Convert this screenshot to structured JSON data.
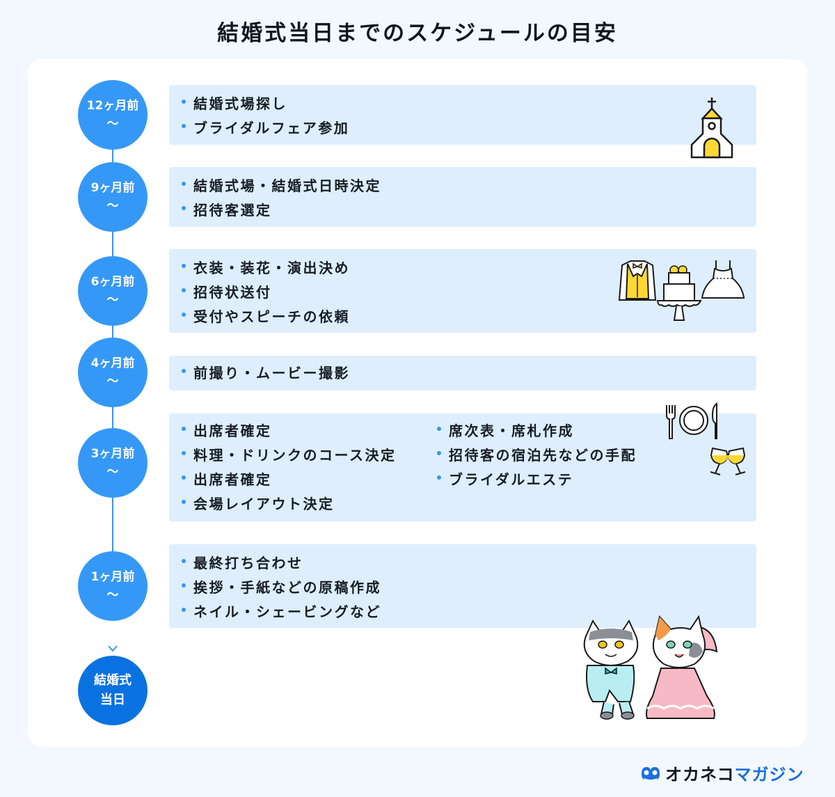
{
  "title": "結婚式当日までのスケジュールの目安",
  "timeline": [
    {
      "label": "12ヶ月前",
      "tilde": "〜",
      "items": [
        "結婚式場探し",
        "ブライダルフェア参加"
      ],
      "illustration": "church-icon"
    },
    {
      "label": "9ヶ月前",
      "tilde": "〜",
      "items": [
        "結婚式場・結婚式日時決定",
        "招待客選定"
      ]
    },
    {
      "label": "6ヶ月前",
      "tilde": "〜",
      "items": [
        "衣装・装花・演出決め",
        "招待状送付",
        "受付やスピーチの依頼"
      ],
      "illustration": "tuxedo-cake-dress-icons"
    },
    {
      "label": "4ヶ月前",
      "tilde": "〜",
      "items": [
        "前撮り・ムービー撮影"
      ]
    },
    {
      "label": "3ヶ月前",
      "tilde": "〜",
      "items": [
        "出席者確定",
        "料理・ドリンクのコース決定",
        "出席者確定",
        "会場レイアウト決定"
      ],
      "items_col2": [
        "席次表・席札作成",
        "招待客の宿泊先などの手配",
        "ブライダルエステ"
      ],
      "illustration": "tableware-glasses-icons"
    },
    {
      "label": "1ヶ月前",
      "tilde": "〜",
      "items": [
        "最終打ち合わせ",
        "挨拶・手紙などの原稿作成",
        "ネイル・シェービングなど"
      ],
      "illustration": "cat-couple"
    }
  ],
  "final": {
    "line1": "結婚式",
    "line2": "当日"
  },
  "logo": {
    "part1": "オカネコ",
    "part2": "マガジン"
  },
  "colors": {
    "circle": "#3598f7",
    "final_circle": "#0a72e0",
    "box": "#deeefd",
    "accent_yellow": "#fdd835",
    "page_bg": "#f2f8fd"
  }
}
